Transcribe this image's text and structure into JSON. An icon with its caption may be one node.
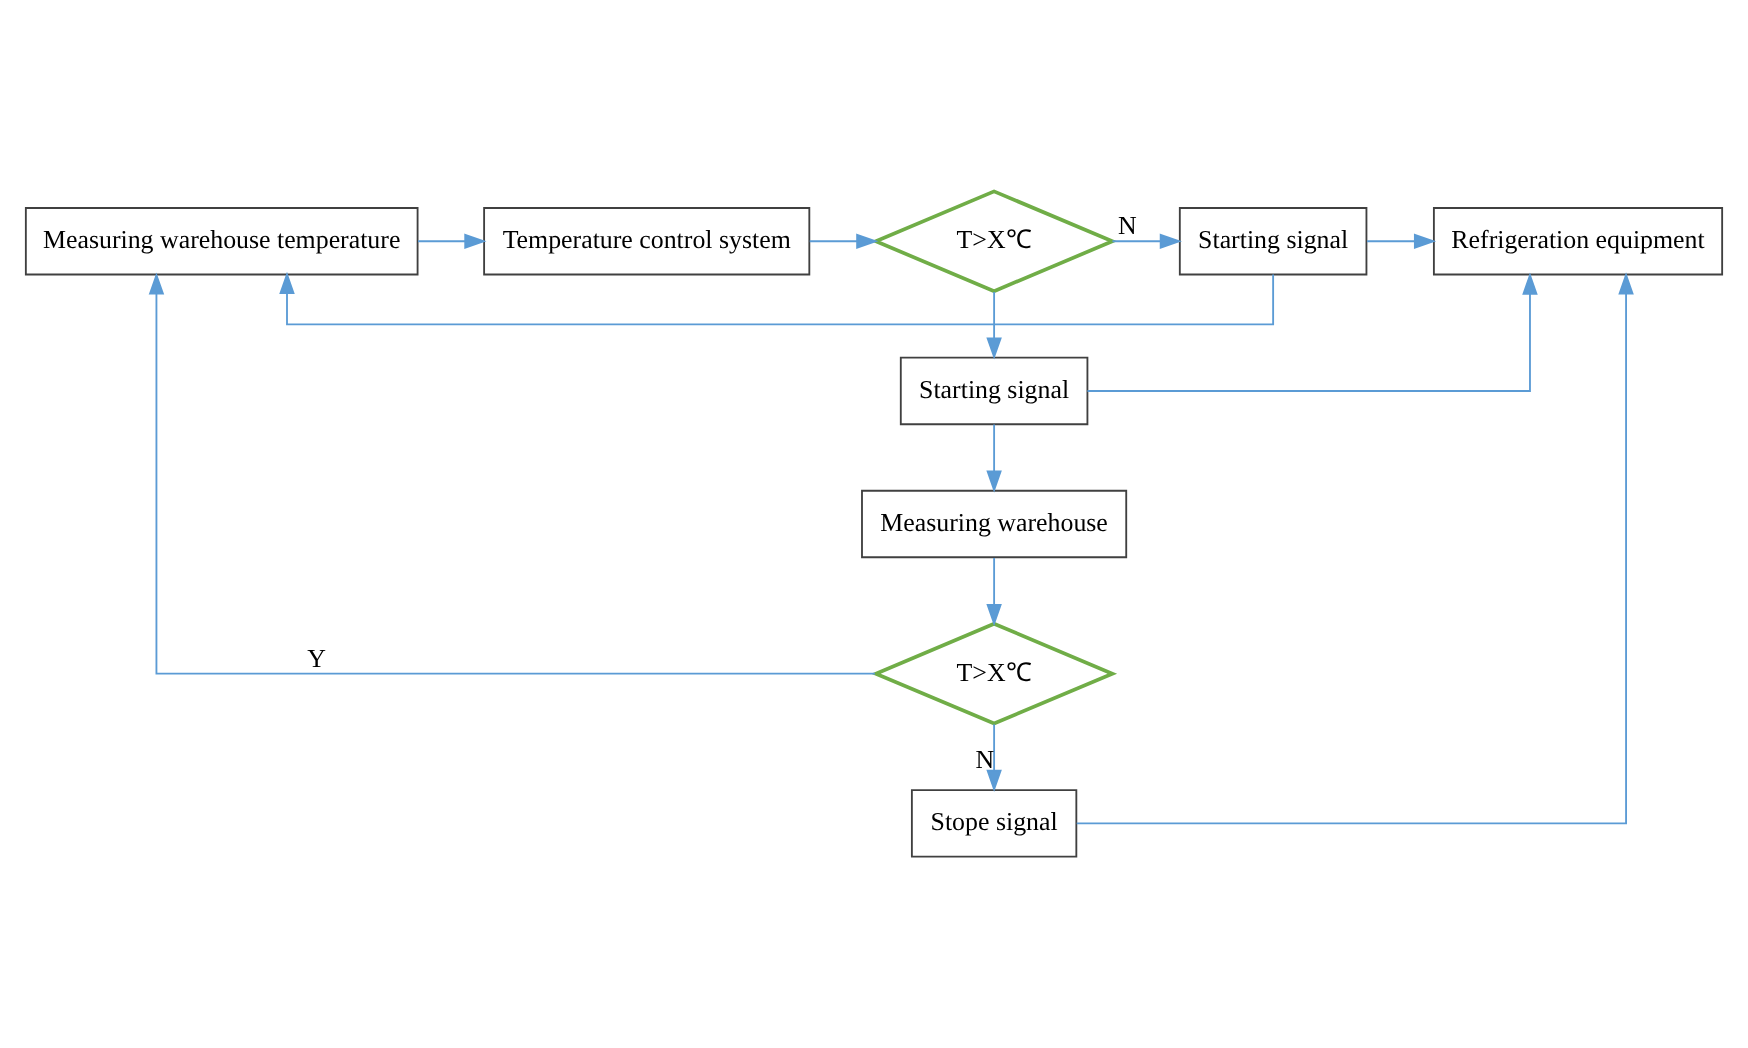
{
  "diagram": {
    "nodes": [
      {
        "text": [
          "Measuring warehouse temperature"
        ]
      },
      {
        "text": [
          "Temperature control system"
        ]
      },
      {
        "text": [
          "T>X℃"
        ]
      },
      {
        "text": [
          "Starting signal"
        ]
      },
      {
        "text": [
          "Refrigeration equipment"
        ]
      },
      {
        "text": [
          "Starting signal"
        ]
      },
      {
        "text": [
          "Measuring warehouse"
        ]
      },
      {
        "text": [
          "T>X℃"
        ]
      },
      {
        "text": [
          "Stope signal"
        ]
      }
    ],
    "edges": [
      {
        "from": 0,
        "to": 1,
        "arrow": "to"
      },
      {
        "from": 1,
        "to": 2,
        "arrow": "to"
      },
      {
        "from": 2,
        "to": 3,
        "arrow": "to",
        "label": "N"
      },
      {
        "from": 3,
        "to": 4,
        "arrow": "to"
      },
      {
        "from": 3,
        "to": 0,
        "arrow": "to"
      },
      {
        "from": 2,
        "to": 5,
        "arrow": "to"
      },
      {
        "from": 5,
        "to": 4,
        "arrow": "to"
      },
      {
        "from": 5,
        "to": 6,
        "arrow": "to"
      },
      {
        "from": 6,
        "to": 7,
        "arrow": "to"
      },
      {
        "from": 7,
        "to": 0,
        "arrow": "to",
        "label": "Y"
      },
      {
        "from": 7,
        "to": 8,
        "arrow": "to",
        "label": "N"
      },
      {
        "from": 8,
        "to": 4,
        "arrow": "to"
      }
    ]
  }
}
